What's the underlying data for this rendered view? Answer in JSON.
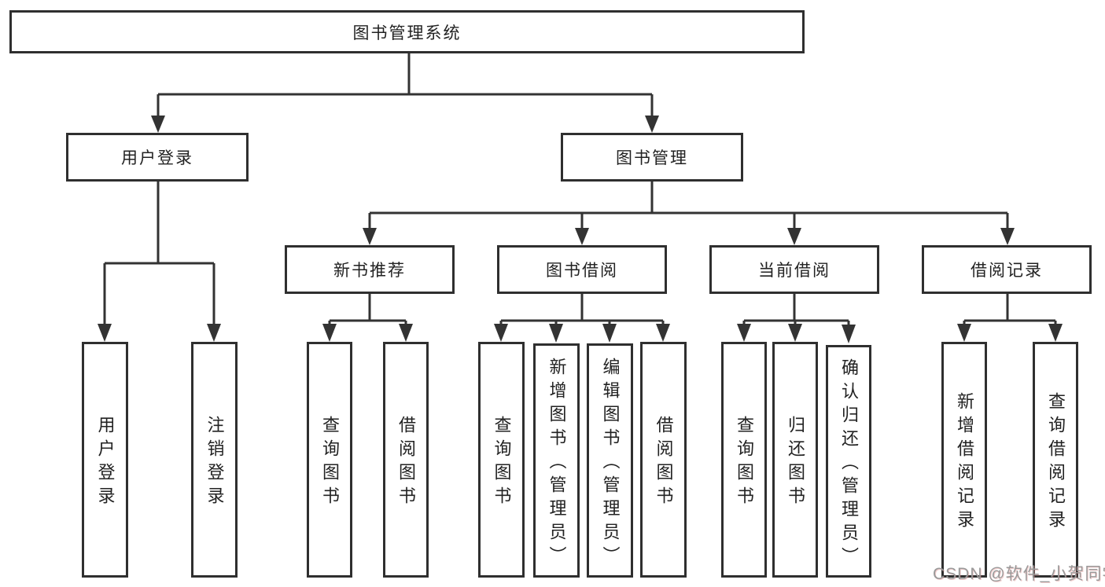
{
  "diagram": {
    "root": {
      "label": "图书管理系统"
    },
    "branches": [
      {
        "label": "用户登录",
        "children": [
          {
            "label": "用户登录"
          },
          {
            "label": "注销登录"
          }
        ]
      },
      {
        "label": "图书管理",
        "children": [
          {
            "label": "新书推荐",
            "children": [
              {
                "label": "查询图书"
              },
              {
                "label": "借阅图书"
              }
            ]
          },
          {
            "label": "图书借阅",
            "children": [
              {
                "label": "查询图书"
              },
              {
                "label": "新增图书（管理员）"
              },
              {
                "label": "编辑图书（管理员）"
              },
              {
                "label": "借阅图书"
              }
            ]
          },
          {
            "label": "当前借阅",
            "children": [
              {
                "label": "查询图书"
              },
              {
                "label": "归还图书"
              },
              {
                "label": "确认归还（管理员）"
              }
            ]
          },
          {
            "label": "借阅记录",
            "children": [
              {
                "label": "新增借阅记录"
              },
              {
                "label": "查询借阅记录"
              }
            ]
          }
        ]
      }
    ]
  },
  "watermark": {
    "text": "CSDN @软件_小贺同学"
  },
  "colors": {
    "line": "#333333",
    "box_border": "#2f2f2f",
    "text": "#222222",
    "watermark": "#9a9a9a",
    "background": "#ffffff"
  }
}
